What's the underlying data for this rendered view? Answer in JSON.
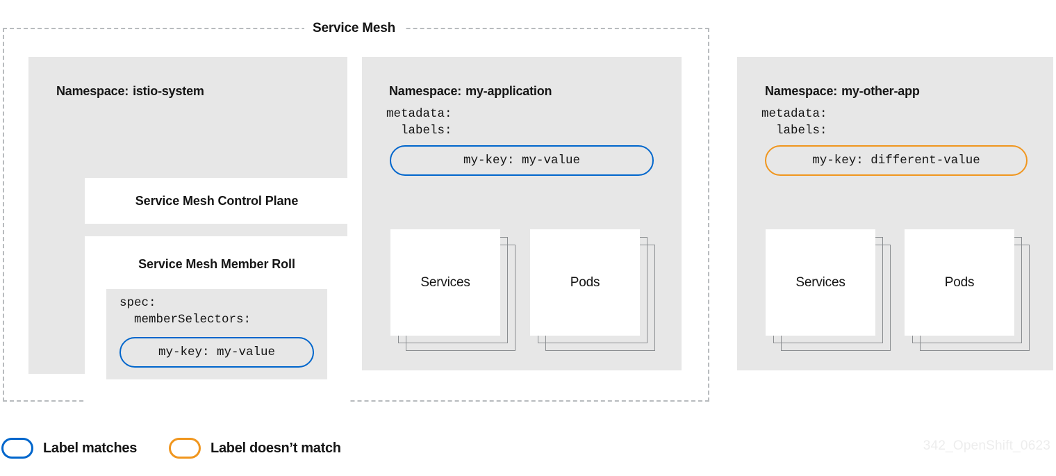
{
  "diagram": {
    "title": "Service Mesh",
    "watermark": "342_OpenShift_0623"
  },
  "namespaces": [
    {
      "id": "istio-system",
      "title_prefix": "Namespace:",
      "name": "istio-system",
      "cards": [
        {
          "heading": "Service Mesh Control Plane"
        },
        {
          "heading": "Service Mesh Member Roll",
          "yaml": "spec:\n  memberSelectors:",
          "pill": {
            "text": "my-key: my-value",
            "state": "match"
          }
        }
      ]
    },
    {
      "id": "my-application",
      "title_prefix": "Namespace:",
      "name": "my-application",
      "yaml": "metadata:\n  labels:",
      "pill": {
        "text": "my-key: my-value",
        "state": "match"
      },
      "objects": [
        {
          "label": "Services"
        },
        {
          "label": "Pods"
        }
      ]
    },
    {
      "id": "my-other-app",
      "title_prefix": "Namespace:",
      "name": "my-other-app",
      "yaml": "metadata:\n  labels:",
      "pill": {
        "text": "my-key: different-value",
        "state": "nomatch"
      },
      "objects": [
        {
          "label": "Services"
        },
        {
          "label": "Pods"
        }
      ]
    }
  ],
  "legend": {
    "items": [
      {
        "label": "Label matches",
        "state": "match"
      },
      {
        "label": "Label doesn’t match",
        "state": "nomatch"
      }
    ]
  },
  "colors": {
    "match": "#0066CC",
    "nomatch": "#F0961E",
    "panel_bg": "#E7E7E7",
    "card_bg": "#FFFFFF",
    "boundary": "#B8BBBE",
    "text": "#151515"
  }
}
